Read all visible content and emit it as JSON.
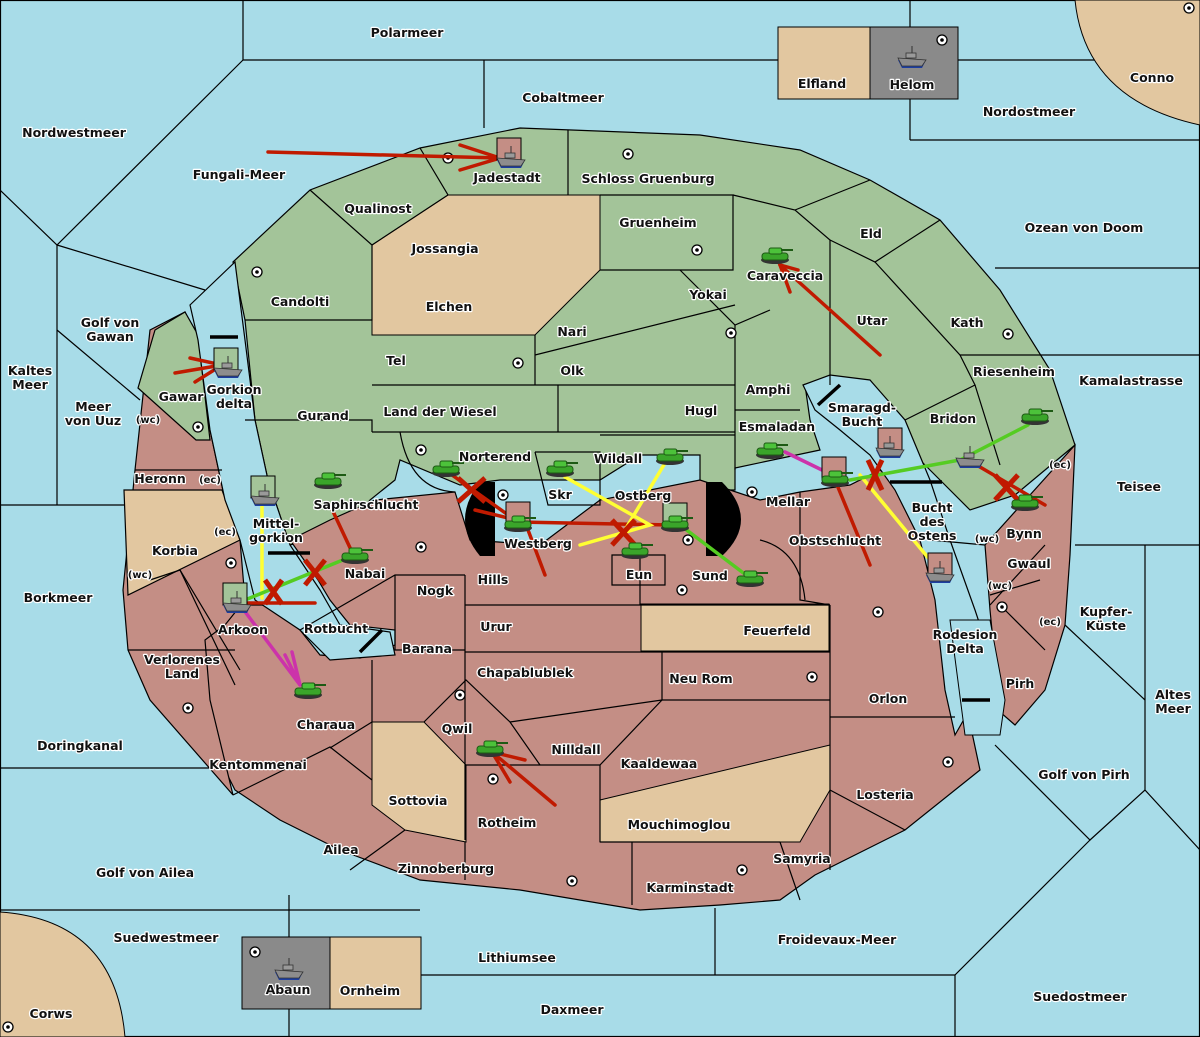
{
  "colors": {
    "sea": "#a8dce8",
    "power_green": "#a3c499",
    "power_red": "#c48e85",
    "neutral": "#e2c7a0",
    "impassable": "#8a8a8a",
    "order_move": "#c01a00",
    "order_support": "#ffff33",
    "order_support_alt": "#55cc22",
    "order_retreat": "#cc33aa",
    "convoy_arrow": "#000000"
  },
  "seas": [
    {
      "name": "Polarmeer"
    },
    {
      "name": "Cobaltmeer"
    },
    {
      "name": "Nordwestmeer"
    },
    {
      "name": "Fungali-Meer"
    },
    {
      "name": "Nordostmeer"
    },
    {
      "name": "Ozean von Doom"
    },
    {
      "name": "Golf von Gawan"
    },
    {
      "name": "Kaltes Meer"
    },
    {
      "name": "Meer von Uuz"
    },
    {
      "name": "Kamalastrasse"
    },
    {
      "name": "Teisee"
    },
    {
      "name": "Borkmeer"
    },
    {
      "name": "Kupfer-Küste"
    },
    {
      "name": "Altes Meer"
    },
    {
      "name": "Doringkanal"
    },
    {
      "name": "Golf von Pirh"
    },
    {
      "name": "Golf von Ailea"
    },
    {
      "name": "Suedwestmeer"
    },
    {
      "name": "Lithiumsee"
    },
    {
      "name": "Froidevaux-Meer"
    },
    {
      "name": "Daxmeer"
    },
    {
      "name": "Suedostmeer"
    },
    {
      "name": "Gorkion delta"
    },
    {
      "name": "Mittel-gorkion"
    },
    {
      "name": "Rotbucht"
    },
    {
      "name": "Smaragd-Bucht"
    },
    {
      "name": "Bucht des Ostens"
    },
    {
      "name": "Rodesion Delta"
    }
  ],
  "labels": [
    {
      "id": "polarmeer",
      "text": "Polarmeer"
    },
    {
      "id": "cobaltmeer",
      "text": "Cobaltmeer"
    },
    {
      "id": "nordwestmeer",
      "text": "Nordwestmeer"
    },
    {
      "id": "fungali",
      "text": "Fungali-Meer"
    },
    {
      "id": "nordostmeer",
      "text": "Nordostmeer"
    },
    {
      "id": "ozean",
      "text": "Ozean von Doom"
    },
    {
      "id": "gawan1",
      "text": "Golf von"
    },
    {
      "id": "gawan2",
      "text": "Gawan"
    },
    {
      "id": "kaltes1",
      "text": "Kaltes"
    },
    {
      "id": "kaltes2",
      "text": "Meer"
    },
    {
      "id": "uuz1",
      "text": "Meer"
    },
    {
      "id": "uuz2",
      "text": "von Uuz"
    },
    {
      "id": "kamala",
      "text": "Kamalastrasse"
    },
    {
      "id": "teisee",
      "text": "Teisee"
    },
    {
      "id": "borkmeer",
      "text": "Borkmeer"
    },
    {
      "id": "kupfer1",
      "text": "Kupfer-"
    },
    {
      "id": "kupfer2",
      "text": "Küste"
    },
    {
      "id": "altes1",
      "text": "Altes"
    },
    {
      "id": "altes2",
      "text": "Meer"
    },
    {
      "id": "doring",
      "text": "Doringkanal"
    },
    {
      "id": "golfpirh",
      "text": "Golf von Pirh"
    },
    {
      "id": "golfailea",
      "text": "Golf von Ailea"
    },
    {
      "id": "suedwest",
      "text": "Suedwestmeer"
    },
    {
      "id": "lithium",
      "text": "Lithiumsee"
    },
    {
      "id": "froidevaux",
      "text": "Froidevaux-Meer"
    },
    {
      "id": "daxmeer",
      "text": "Daxmeer"
    },
    {
      "id": "suedost",
      "text": "Suedostmeer"
    },
    {
      "id": "gorkion1",
      "text": "Gorkion"
    },
    {
      "id": "gorkion2",
      "text": "delta"
    },
    {
      "id": "mittel1",
      "text": "Mittel-"
    },
    {
      "id": "mittel2",
      "text": "gorkion"
    },
    {
      "id": "rotbucht",
      "text": "Rotbucht"
    },
    {
      "id": "smaragd1",
      "text": "Smaragd-"
    },
    {
      "id": "smaragd2",
      "text": "Bucht"
    },
    {
      "id": "bucht1",
      "text": "Bucht"
    },
    {
      "id": "bucht2",
      "text": "des"
    },
    {
      "id": "bucht3",
      "text": "Ostens"
    },
    {
      "id": "rodesion1",
      "text": "Rodesion"
    },
    {
      "id": "rodesion2",
      "text": "Delta"
    },
    {
      "id": "elfland",
      "text": "Elfland"
    },
    {
      "id": "helom",
      "text": "Helom"
    },
    {
      "id": "conno",
      "text": "Conno"
    },
    {
      "id": "abaun",
      "text": "Abaun"
    },
    {
      "id": "ornheim",
      "text": "Ornheim"
    },
    {
      "id": "corws",
      "text": "Corws"
    },
    {
      "id": "jadestadt",
      "text": "Jadestadt"
    },
    {
      "id": "schloss",
      "text": "Schloss Gruenburg"
    },
    {
      "id": "qualinost",
      "text": "Qualinost"
    },
    {
      "id": "jossangia",
      "text": "Jossangia"
    },
    {
      "id": "gruenheim",
      "text": "Gruenheim"
    },
    {
      "id": "eld",
      "text": "Eld"
    },
    {
      "id": "caraveccia",
      "text": "Caraveccia"
    },
    {
      "id": "candolti",
      "text": "Candolti"
    },
    {
      "id": "elchen",
      "text": "Elchen"
    },
    {
      "id": "yokai",
      "text": "Yokai"
    },
    {
      "id": "utar",
      "text": "Utar"
    },
    {
      "id": "kath",
      "text": "Kath"
    },
    {
      "id": "nari",
      "text": "Nari"
    },
    {
      "id": "tel",
      "text": "Tel"
    },
    {
      "id": "olk",
      "text": "Olk"
    },
    {
      "id": "riesenheim",
      "text": "Riesenheim"
    },
    {
      "id": "amphi",
      "text": "Amphi"
    },
    {
      "id": "gawar",
      "text": "Gawar"
    },
    {
      "id": "gurand",
      "text": "Gurand"
    },
    {
      "id": "landwiesel",
      "text": "Land der Wiesel"
    },
    {
      "id": "hugl",
      "text": "Hugl"
    },
    {
      "id": "bridon",
      "text": "Bridon"
    },
    {
      "id": "esmaladan",
      "text": "Esmaladan"
    },
    {
      "id": "norterend",
      "text": "Norterend"
    },
    {
      "id": "wildall",
      "text": "Wildall"
    },
    {
      "id": "skr",
      "text": "Skr"
    },
    {
      "id": "ostberg",
      "text": "Ostberg"
    },
    {
      "id": "saphir",
      "text": "Saphirschlucht"
    },
    {
      "id": "mellar",
      "text": "Mellar"
    },
    {
      "id": "heronn",
      "text": "Heronn"
    },
    {
      "id": "westberg",
      "text": "Westberg"
    },
    {
      "id": "obstschlucht",
      "text": "Obstschlucht"
    },
    {
      "id": "bynn",
      "text": "Bynn"
    },
    {
      "id": "korbia",
      "text": "Korbia"
    },
    {
      "id": "nabai",
      "text": "Nabai"
    },
    {
      "id": "hills",
      "text": "Hills"
    },
    {
      "id": "eun",
      "text": "Eun"
    },
    {
      "id": "sund",
      "text": "Sund"
    },
    {
      "id": "gwaul",
      "text": "Gwaul"
    },
    {
      "id": "nogk",
      "text": "Nogk"
    },
    {
      "id": "arkoon",
      "text": "Arkoon"
    },
    {
      "id": "urur",
      "text": "Urur"
    },
    {
      "id": "feuerfeld",
      "text": "Feuerfeld"
    },
    {
      "id": "barana",
      "text": "Barana"
    },
    {
      "id": "verl1",
      "text": "Verlorenes"
    },
    {
      "id": "verl2",
      "text": "Land"
    },
    {
      "id": "chapa",
      "text": "Chapablublek"
    },
    {
      "id": "neurom",
      "text": "Neu Rom"
    },
    {
      "id": "pirh",
      "text": "Pirh"
    },
    {
      "id": "orlon",
      "text": "Orlon"
    },
    {
      "id": "charaua",
      "text": "Charaua"
    },
    {
      "id": "qwil",
      "text": "Qwil"
    },
    {
      "id": "nilldall",
      "text": "Nilldall"
    },
    {
      "id": "kentommenai",
      "text": "Kentommenai"
    },
    {
      "id": "kaaldewaa",
      "text": "Kaaldewaa"
    },
    {
      "id": "losteria",
      "text": "Losteria"
    },
    {
      "id": "sottovia",
      "text": "Sottovia"
    },
    {
      "id": "rotheim",
      "text": "Rotheim"
    },
    {
      "id": "mouchi",
      "text": "Mouchimoglou"
    },
    {
      "id": "ailea",
      "text": "Ailea"
    },
    {
      "id": "samyria",
      "text": "Samyria"
    },
    {
      "id": "zinnober",
      "text": "Zinnoberburg"
    },
    {
      "id": "karminstadt",
      "text": "Karminstadt"
    }
  ],
  "coast_tags": {
    "wc": "(wc)",
    "ec": "(ec)"
  }
}
